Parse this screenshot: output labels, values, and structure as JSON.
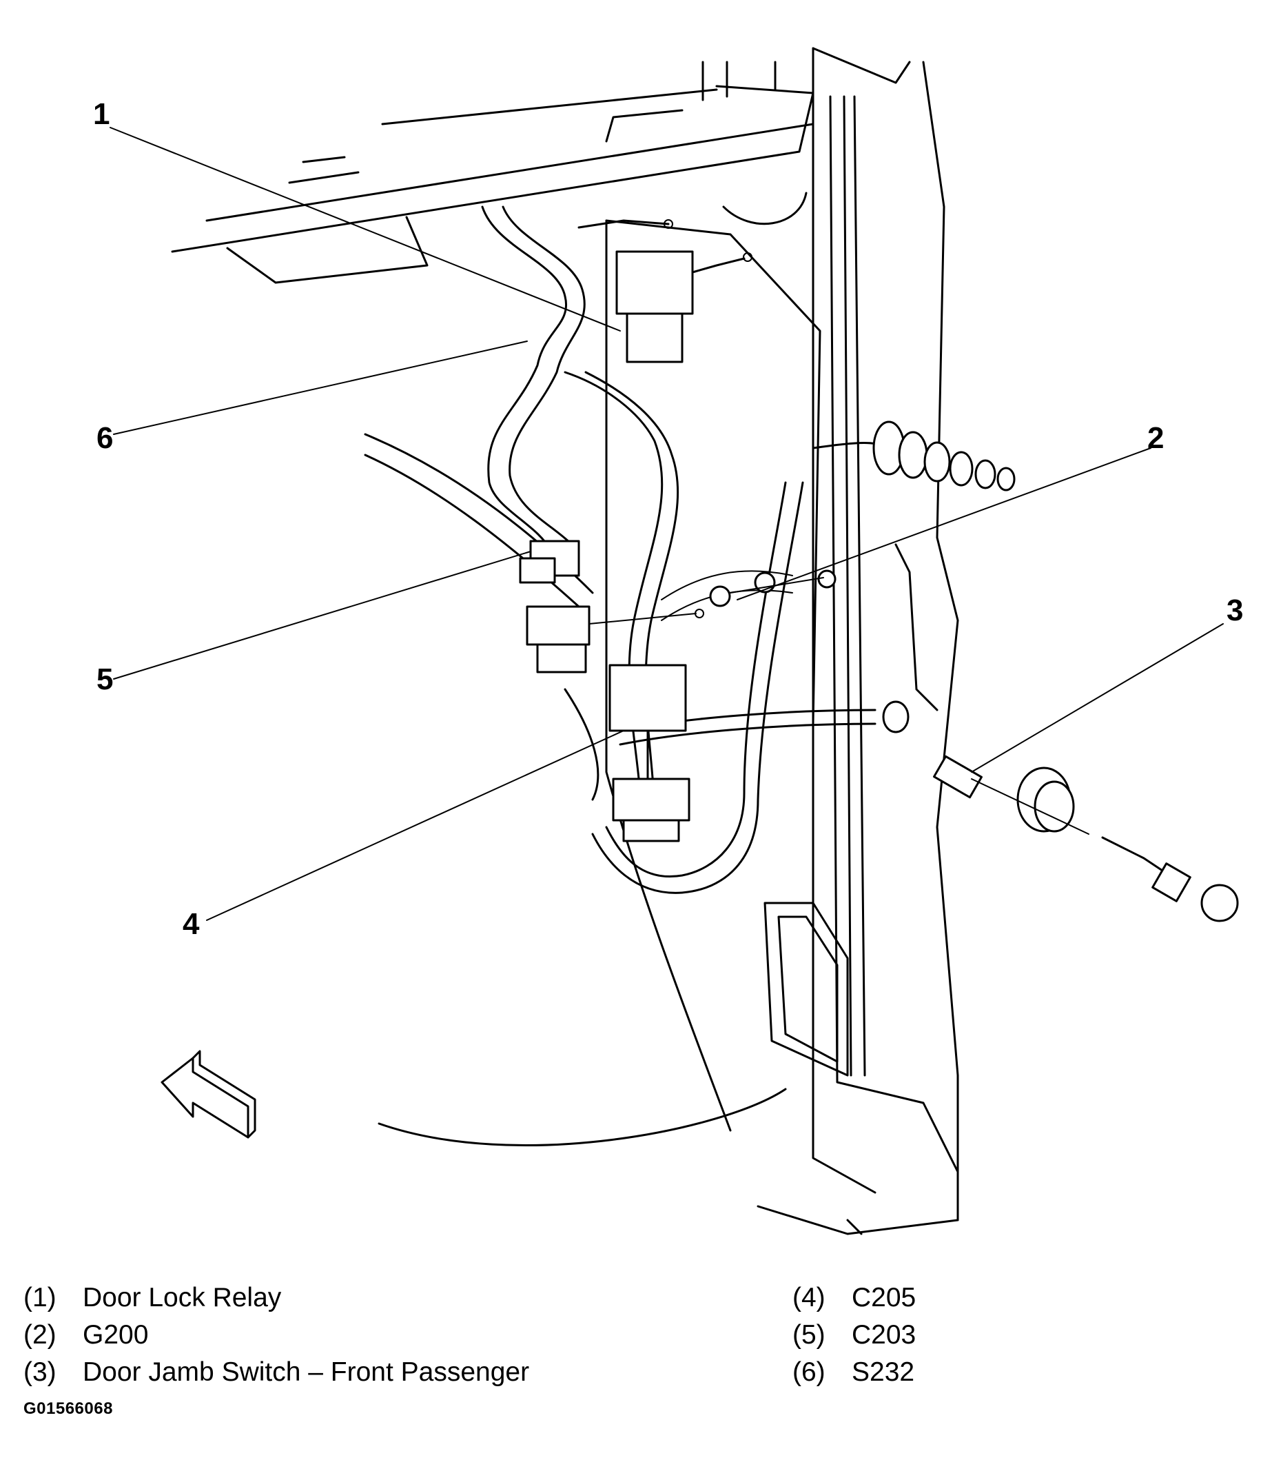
{
  "callouts": [
    "1",
    "2",
    "3",
    "4",
    "5",
    "6"
  ],
  "legend": [
    {
      "num": "(1)",
      "label": "Door Lock Relay"
    },
    {
      "num": "(2)",
      "label": "G200"
    },
    {
      "num": "(3)",
      "label": "Door Jamb Switch – Front Passenger"
    },
    {
      "num": "(4)",
      "label": "C205"
    },
    {
      "num": "(5)",
      "label": "C203"
    },
    {
      "num": "(6)",
      "label": "S232"
    }
  ],
  "figure_id": "G01566068",
  "icons": [
    "forward-direction-arrow-icon"
  ]
}
